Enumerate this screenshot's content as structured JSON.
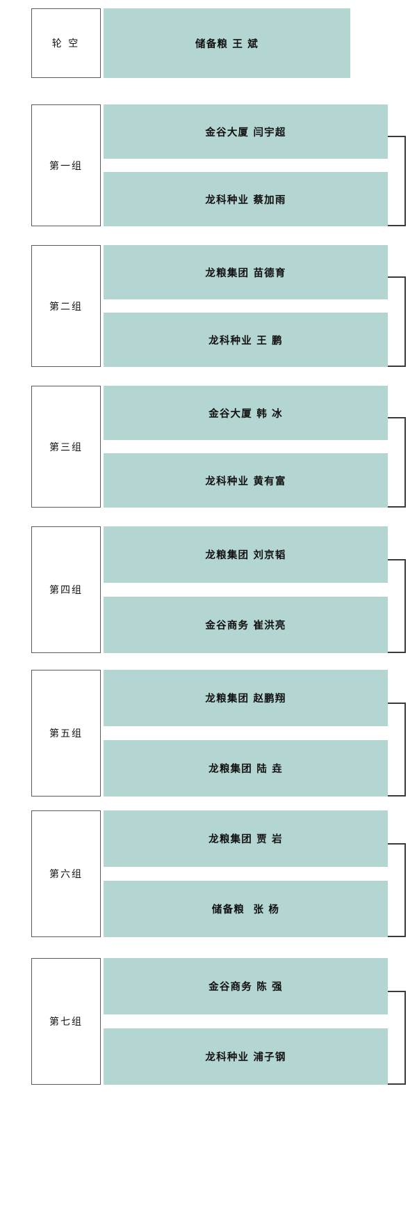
{
  "theme": {
    "slot_fill": "#b4d6d3",
    "border": "#5a5a5a",
    "connector": "#3b3b3b",
    "text": "#111111",
    "background": "#ffffff"
  },
  "bracket": {
    "bye": {
      "label": "轮 空",
      "player": "储备粮 王 斌"
    },
    "groups": [
      {
        "label": "第一组",
        "top": "金谷大厦 闫宇超",
        "bottom": "龙科种业 蔡加雨"
      },
      {
        "label": "第二组",
        "top": "龙粮集团 苗德育",
        "bottom": "龙科种业 王 鹏"
      },
      {
        "label": "第三组",
        "top": "金谷大厦 韩 冰",
        "bottom": "龙科种业 黄有富"
      },
      {
        "label": "第四组",
        "top": "龙粮集团 刘京韬",
        "bottom": "金谷商务 崔洪亮"
      },
      {
        "label": "第五组",
        "top": "龙粮集团 赵鹏翔",
        "bottom": "龙粮集团 陆 垚"
      },
      {
        "label": "第六组",
        "top": "龙粮集团 贾 岩",
        "bottom": "储备粮  张 杨"
      },
      {
        "label": "第七组",
        "top": "金谷商务 陈 强",
        "bottom": "龙科种业 浦子钢"
      }
    ]
  }
}
